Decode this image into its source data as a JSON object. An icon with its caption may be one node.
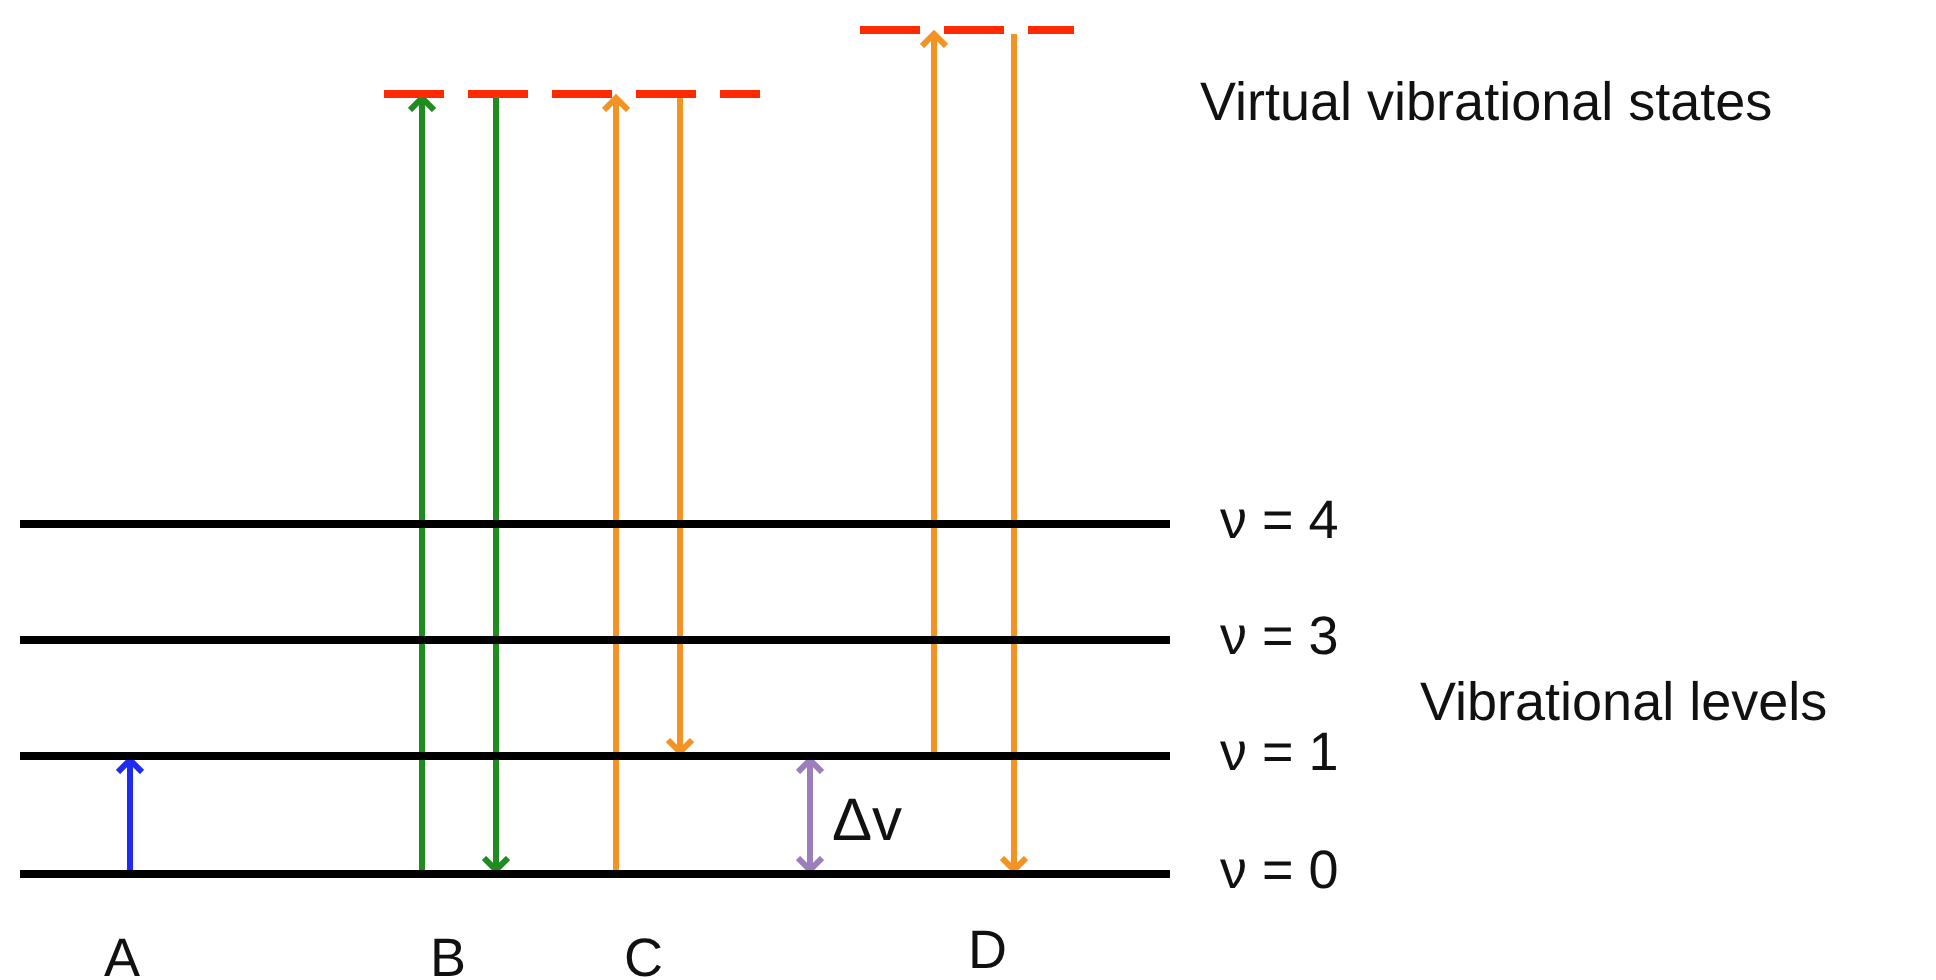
{
  "diagram": {
    "nodes": [
      {
        "text": [],
        "shape": "bar"
      },
      {
        "text": [],
        "shape": "bar"
      },
      {
        "text": [],
        "shape": "bar",
        "beside": [
          "ν = 4"
        ]
      },
      {
        "text": [],
        "shape": "bar",
        "beside": [
          "ν = 3"
        ]
      },
      {
        "text": [],
        "shape": "bar",
        "beside": [
          "ν = 1"
        ]
      },
      {
        "text": [],
        "shape": "bar",
        "beside": [
          "ν = 0"
        ]
      }
    ],
    "edges": [
      {
        "from": 5,
        "to": 4,
        "arrow": "to",
        "color": "#1f2cf0"
      },
      {
        "from": 5,
        "to": 0,
        "arrow": "to",
        "color": "#1e8c1e"
      },
      {
        "from": 0,
        "to": 5,
        "arrow": "to",
        "color": "#1e8c1e"
      },
      {
        "from": 5,
        "to": 0,
        "arrow": "to"
      },
      {
        "from": 0,
        "to": 4,
        "arrow": "to"
      },
      {
        "from": 5,
        "to": 4,
        "arrow": "both",
        "label": "Δv",
        "color": "#9b7fbd"
      },
      {
        "from": 4,
        "to": 1,
        "arrow": "to"
      },
      {
        "from": 1,
        "to": 5,
        "arrow": "to"
      }
    ],
    "labels": [
      "Virtual vibrational states",
      "Vibrational levels",
      "A",
      "B",
      "C",
      "D"
    ]
  }
}
